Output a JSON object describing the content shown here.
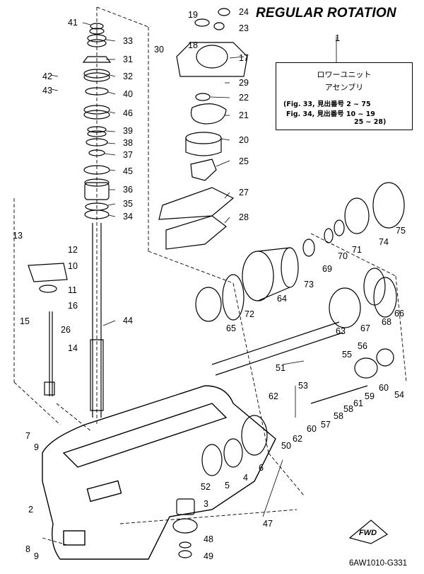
{
  "title": "REGULAR ROTATION",
  "legend": {
    "ref_number": "1",
    "name_line1": "ロワーユニット",
    "name_line2": "アセンブリ",
    "ref_line1": "(Fig. 33, 見出番号  2 ~ 75",
    "ref_line2": "Fig. 34, 見出番号  10 ~ 19",
    "ref_line3": "25 ~ 28)"
  },
  "fwd": "FWD",
  "drawing_code": "6AW1010-G331",
  "callouts": [
    "2",
    "3",
    "4",
    "5",
    "6",
    "7",
    "8",
    "9",
    "9",
    "10",
    "11",
    "12",
    "13",
    "14",
    "15",
    "16",
    "17",
    "18",
    "19",
    "20",
    "21",
    "22",
    "23",
    "24",
    "25",
    "26",
    "27",
    "28",
    "29",
    "30",
    "31",
    "32",
    "33",
    "34",
    "35",
    "36",
    "37",
    "38",
    "39",
    "40",
    "41",
    "42",
    "43",
    "44",
    "45",
    "46",
    "47",
    "48",
    "49",
    "50",
    "51",
    "52",
    "53",
    "54",
    "55",
    "56",
    "57",
    "58",
    "58",
    "59",
    "60",
    "60",
    "61",
    "62",
    "62",
    "63",
    "64",
    "65",
    "66",
    "67",
    "68",
    "69",
    "70",
    "71",
    "72",
    "73",
    "74",
    "75"
  ]
}
